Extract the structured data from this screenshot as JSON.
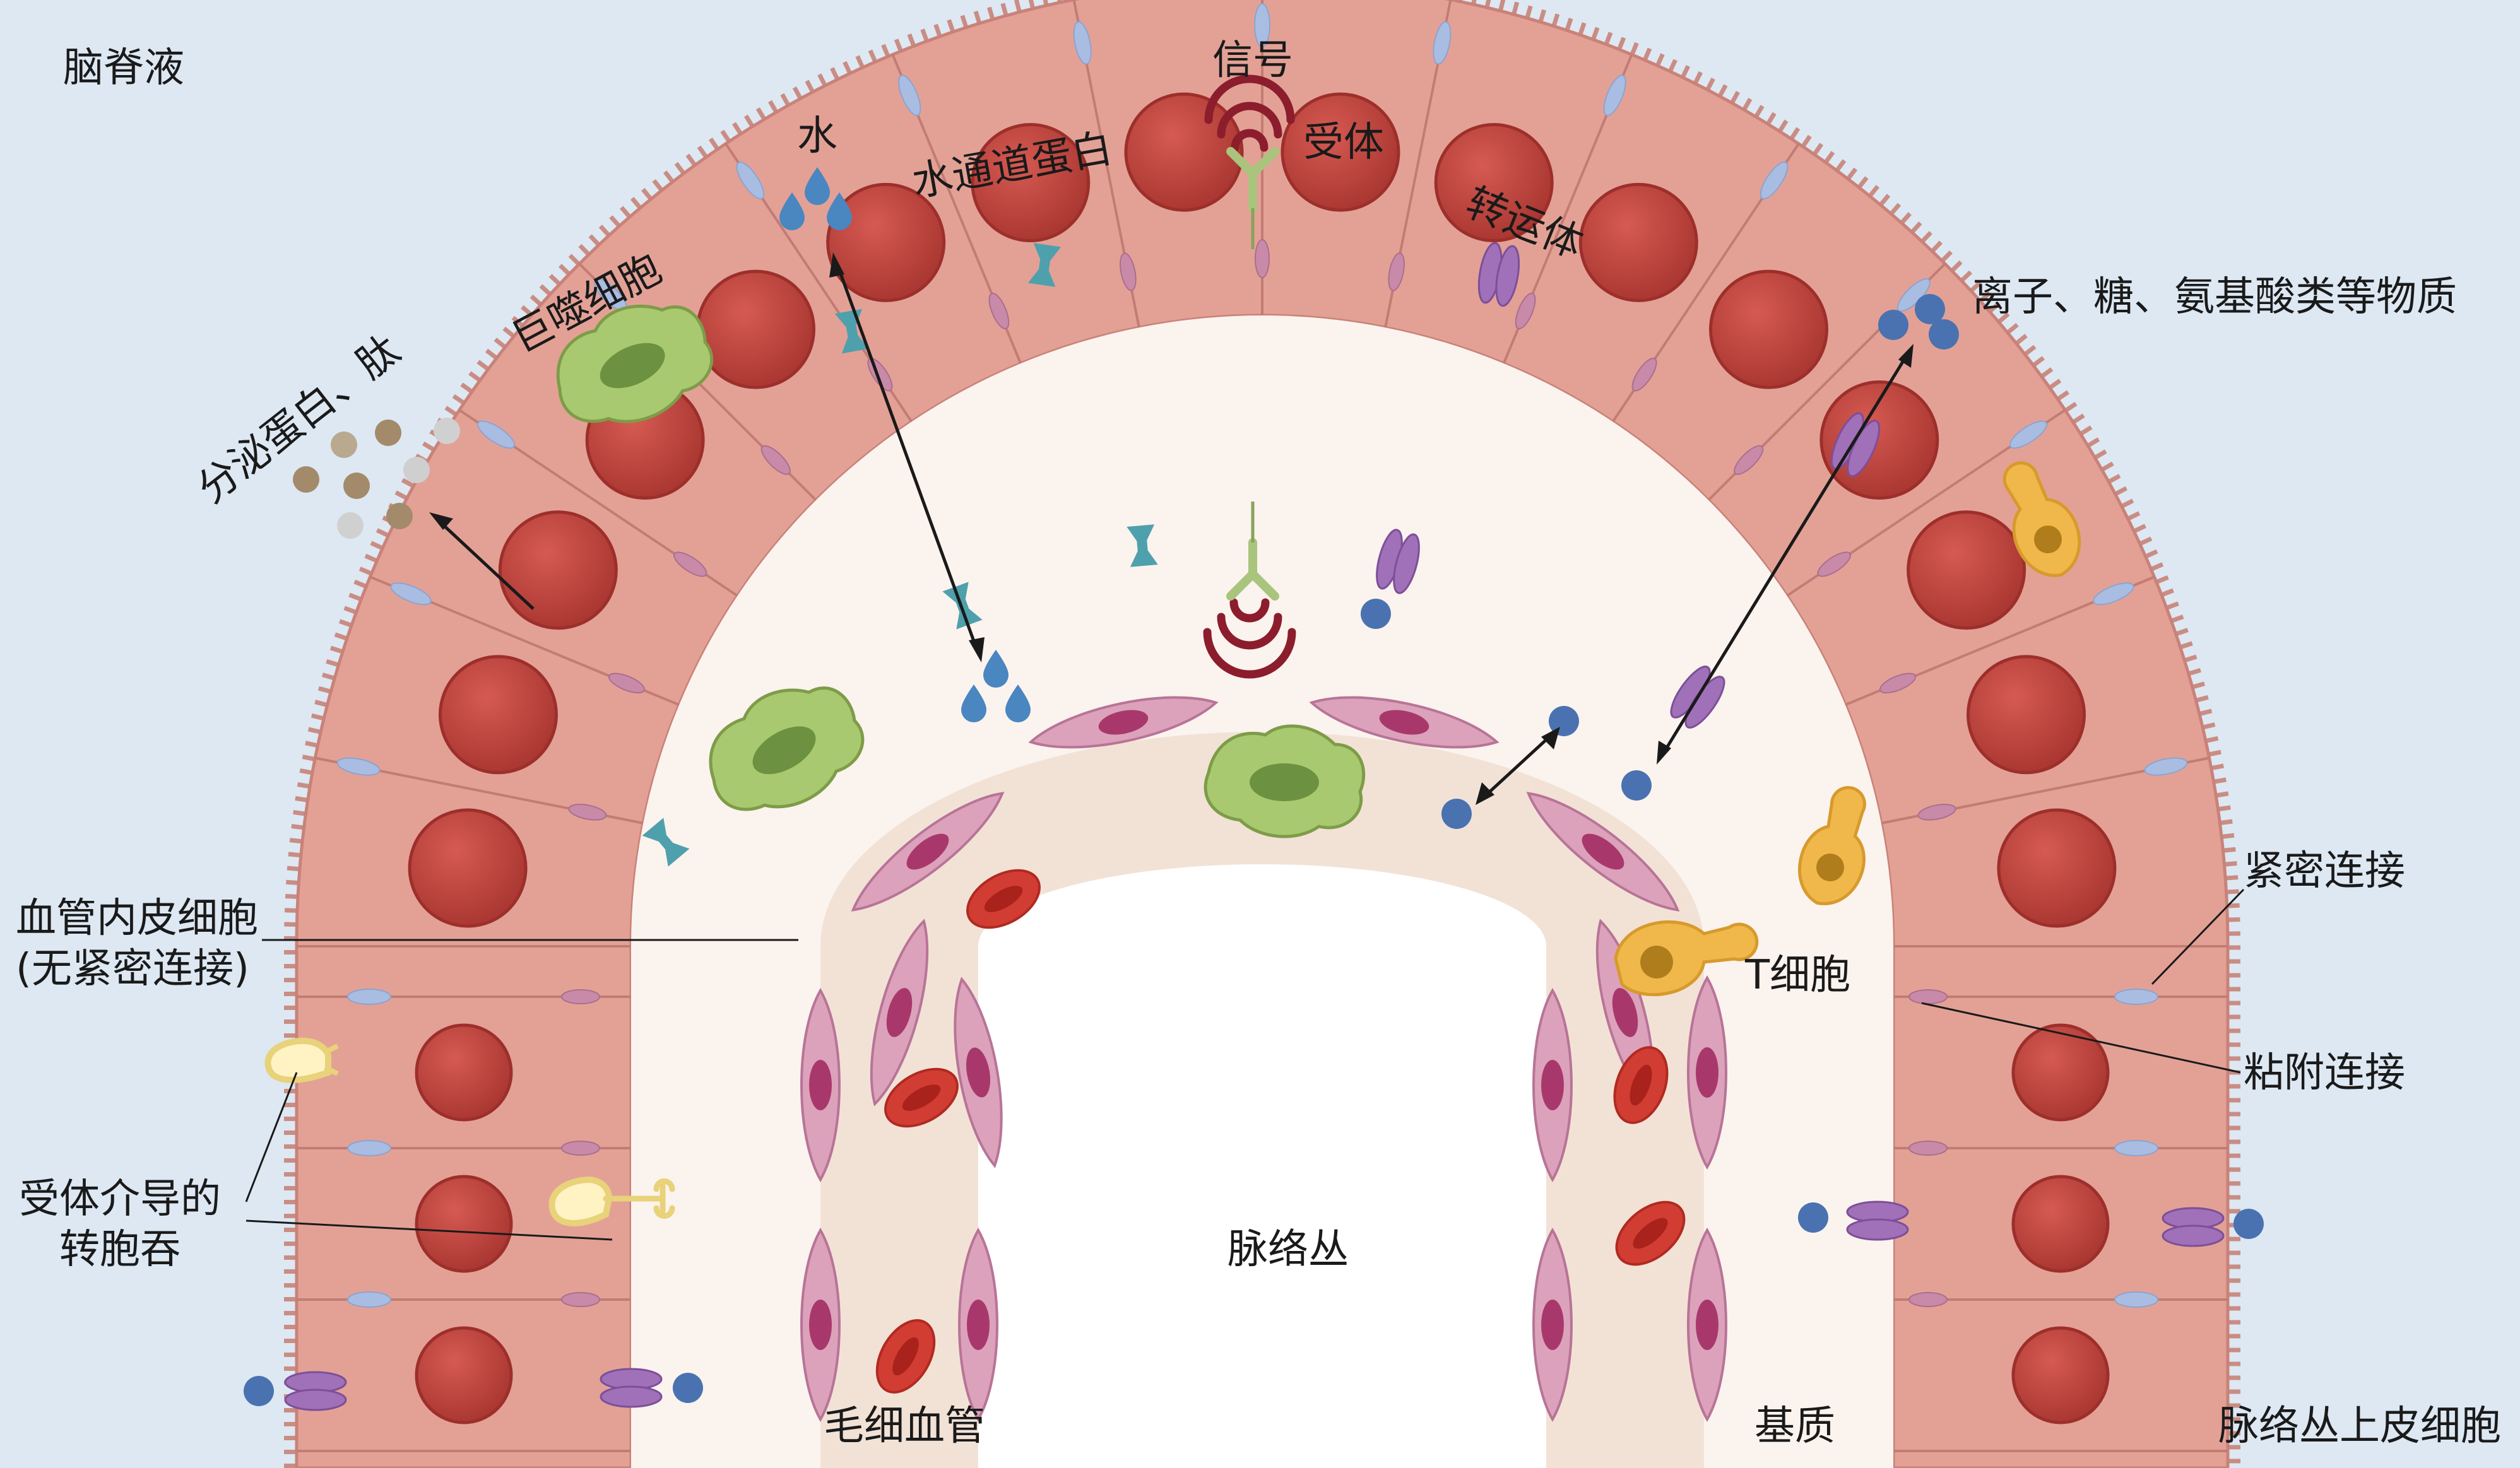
{
  "labels": {
    "csf": "脑脊液",
    "signal": "信号",
    "receptor": "受体",
    "water": "水",
    "aquaporin": "水通道蛋白",
    "transporter": "转运体",
    "macrophage": "巨噬细胞",
    "secreted": "分泌蛋白、肽",
    "ions": "离子、糖、氨基酸类等物质",
    "tight_junction": "紧密连接",
    "adherens_junction": "粘附连接",
    "t_cell": "T细胞",
    "endothelial_1": "血管内皮细胞",
    "endothelial_2": "(无紧密连接)",
    "rmt_1": "受体介导的",
    "rmt_2": "转胞吞",
    "choroid_plexus": "脉络丛",
    "capillary": "毛细血管",
    "stroma": "基质",
    "epithelial": "脉络丛上皮细胞"
  },
  "colors": {
    "background": "#dde8f3",
    "epithelium": "#e3a196",
    "nucleus": "#c2453f",
    "stroma": "#f4e6dc",
    "endothelium": "#d99bb6",
    "red_blood_cell": "#d23d33",
    "tight_junction": "#a9bde3",
    "adherens_junction": "#c88aa8",
    "aquaporin": "#4fa0ad",
    "transporter": "#a070b8",
    "macrophage": "#9dbf62",
    "ion": "#4a72b0",
    "water_drop": "#4a86c0",
    "t_cell": "#f0b84a",
    "signal": "#8c1d2c",
    "receptor": "#a9c47c"
  }
}
